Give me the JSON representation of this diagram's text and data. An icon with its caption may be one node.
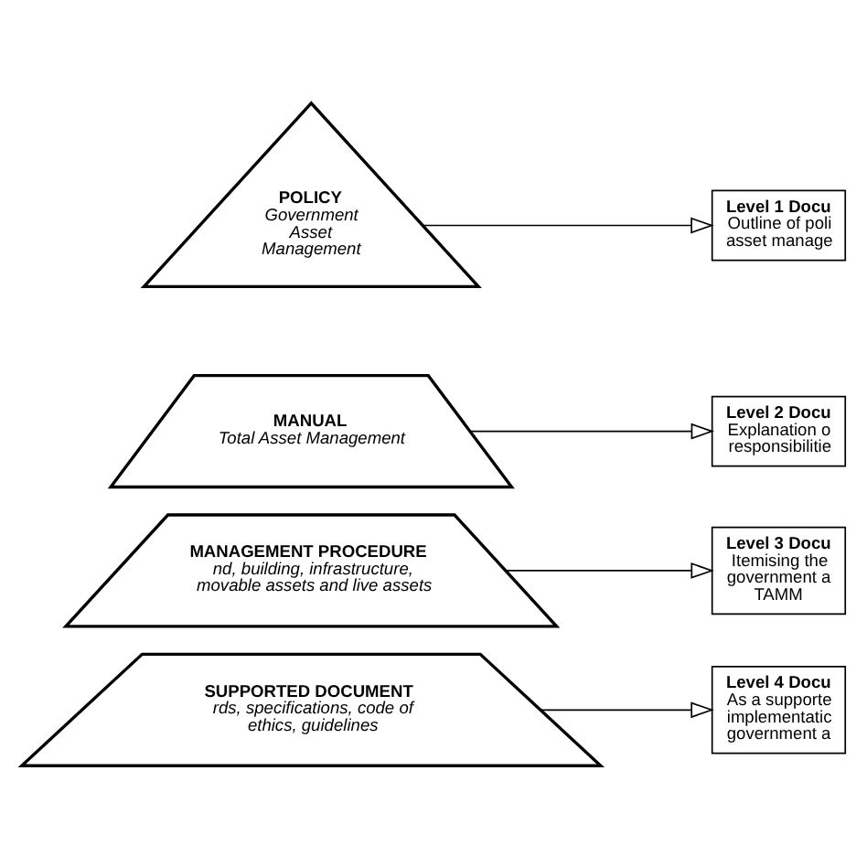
{
  "diagram": {
    "nodes": [
      {
        "text": [
          "POLICY",
          "Government Asset Management"
        ]
      },
      {
        "text": [
          "MANUAL",
          "Total Asset Management"
        ]
      },
      {
        "text": [
          "MANAGEMENT PROCEDURE",
          "nd, building, infrastructure, movable assets and live assets"
        ]
      },
      {
        "text": [
          "SUPPORTED DOCUMENT",
          "rds, specifications, code of ethics, guidelines"
        ]
      },
      {
        "text": [
          "Level 1 Docu",
          "Outline of poli asset manage"
        ]
      },
      {
        "text": [
          "Level 2 Docu",
          "Explanation o responsibilitie"
        ]
      },
      {
        "text": [
          "Level 3 Docu",
          "Itemising the government a TAMM"
        ]
      },
      {
        "text": [
          "Level 4 Docu",
          "As a supporte implementatic government a"
        ]
      }
    ],
    "edges": [
      {
        "from": 0,
        "to": 4,
        "arrow": "to"
      },
      {
        "from": 1,
        "to": 5,
        "arrow": "to"
      },
      {
        "from": 2,
        "to": 6,
        "arrow": "to"
      },
      {
        "from": 3,
        "to": 7,
        "arrow": "to"
      }
    ]
  }
}
